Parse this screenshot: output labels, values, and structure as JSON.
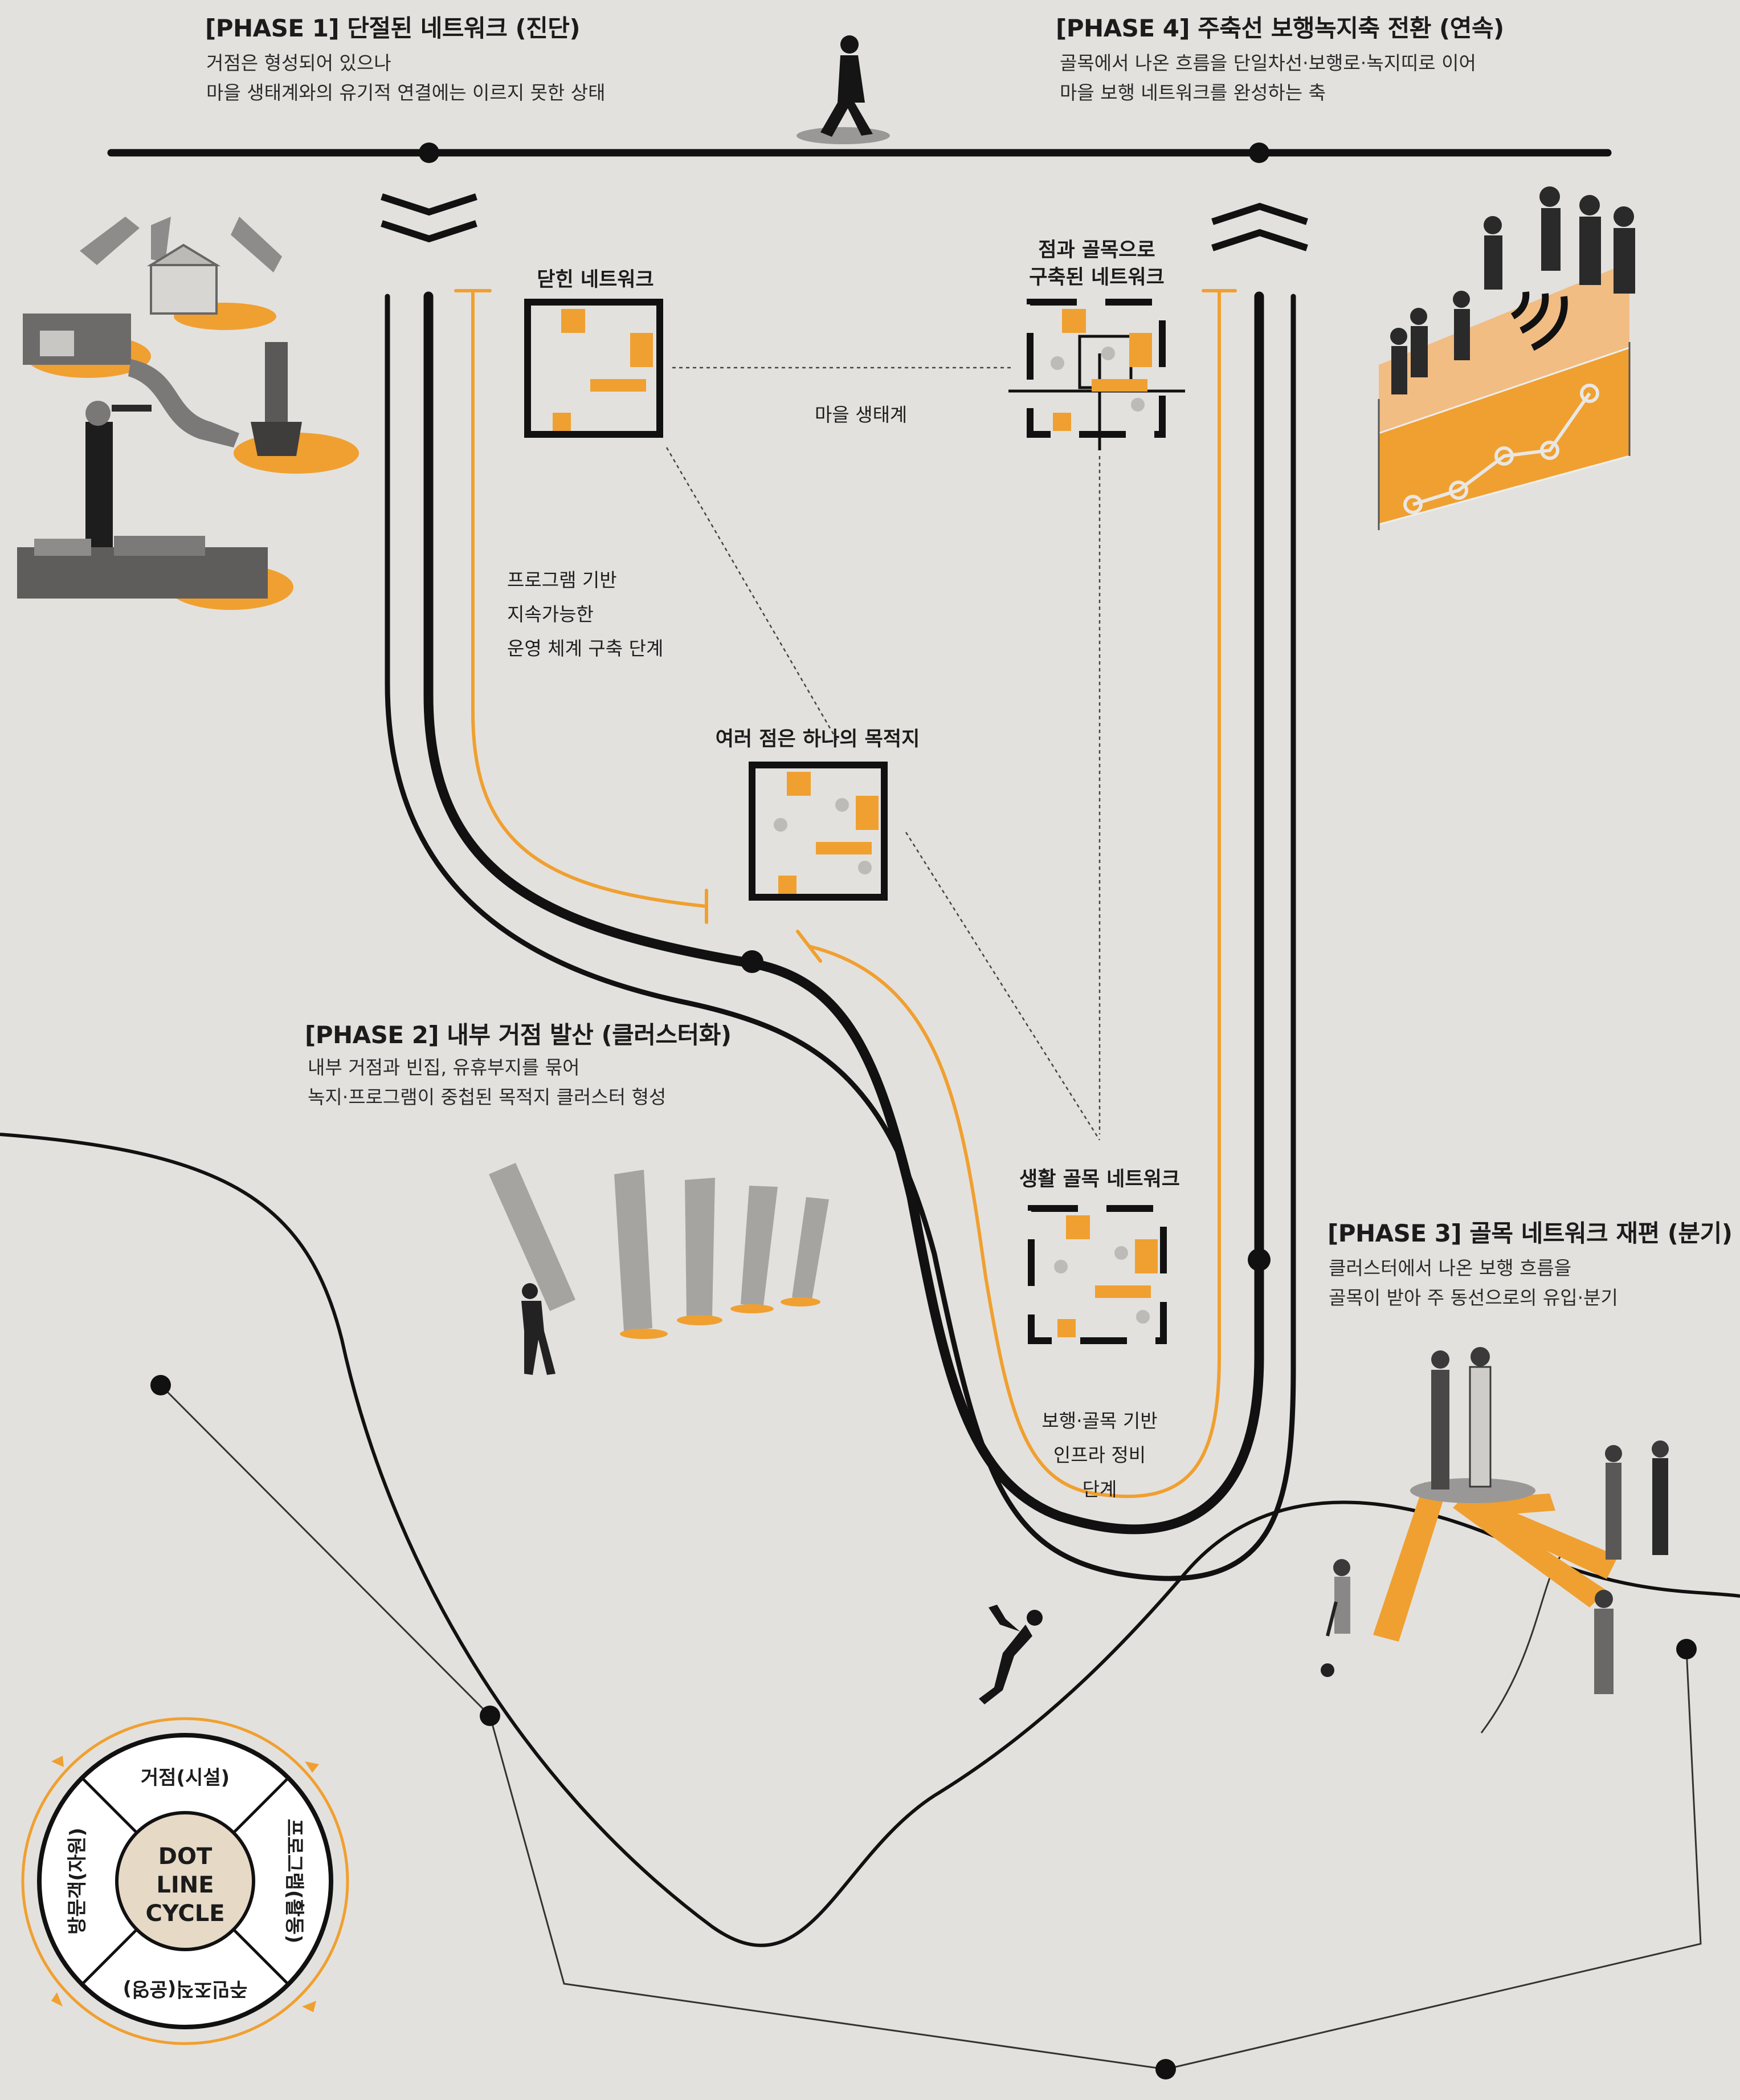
{
  "phases": {
    "p1": {
      "title": "[PHASE 1] 단절된 네트워크 (진단)",
      "desc": [
        "거점은 형성되어 있으나",
        "마을 생태계와의 유기적 연결에는 이르지 못한 상태"
      ]
    },
    "p2": {
      "title": "[PHASE 2] 내부 거점 발산 (클러스터화)",
      "desc": [
        "내부 거점과 빈집, 유휴부지를 묶어",
        "녹지·프로그램이 중첩된 목적지 클러스터 형성"
      ]
    },
    "p3": {
      "title": "[PHASE 3] 골목 네트워크 재편 (분기)",
      "desc": [
        "클러스터에서 나온 보행 흐름을",
        "골목이 받아 주 동선으로의 유입·분기"
      ]
    },
    "p4": {
      "title": "[PHASE 4] 주축선 보행녹지축 전환 (연속)",
      "desc": [
        "골목에서 나온 흐름을 단일차선·보행로·녹지띠로 이어",
        "마을 보행 네트워크를 완성하는 축"
      ]
    }
  },
  "networks": {
    "closed": "닫힌 네트워크",
    "dots_alleys": [
      "점과 골목으로",
      "구축된 네트워크"
    ],
    "ecosystem": "마을 생태계",
    "destination": "여러 점은 하나의 목적지",
    "living_alley": "생활 골목 네트워크"
  },
  "stages": {
    "program": [
      "프로그램 기반",
      "지속가능한",
      "운영 체계 구축 단계"
    ],
    "infra": [
      "보행·골목 기반",
      "인프라 정비",
      "단계"
    ]
  },
  "cycle": {
    "center": [
      "DOT",
      "LINE",
      "CYCLE"
    ],
    "segments": [
      "거점(시설)",
      "프로그램(활동)",
      "주민조직(운영)",
      "방문객(자원)"
    ]
  },
  "colors": {
    "accent": "#f0a030",
    "line": "#111111",
    "background": "#e3e1de",
    "gray": "#bdbbb8",
    "core": "#e6d9c6"
  }
}
